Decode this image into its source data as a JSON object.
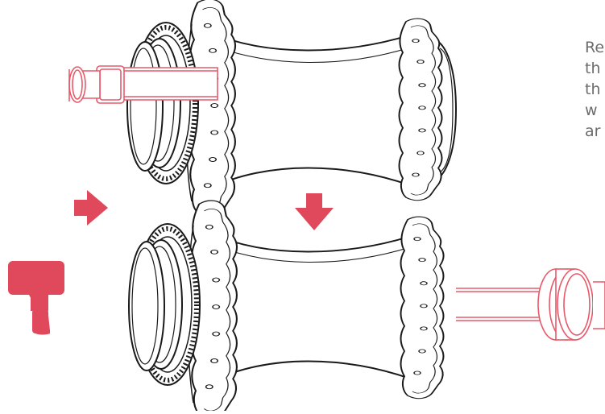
{
  "instruction_lines": [
    "Re",
    "th",
    "th",
    "w",
    "ar"
  ],
  "colors": {
    "accent": "#e0485b",
    "tool_stroke": "#e8596a",
    "line_art": "#1a1a1a",
    "caption_text": "#6c6c6c",
    "background": "#ffffff"
  },
  "icons": [
    "mallet-icon",
    "arrow-right-icon",
    "arrow-down-icon"
  ]
}
